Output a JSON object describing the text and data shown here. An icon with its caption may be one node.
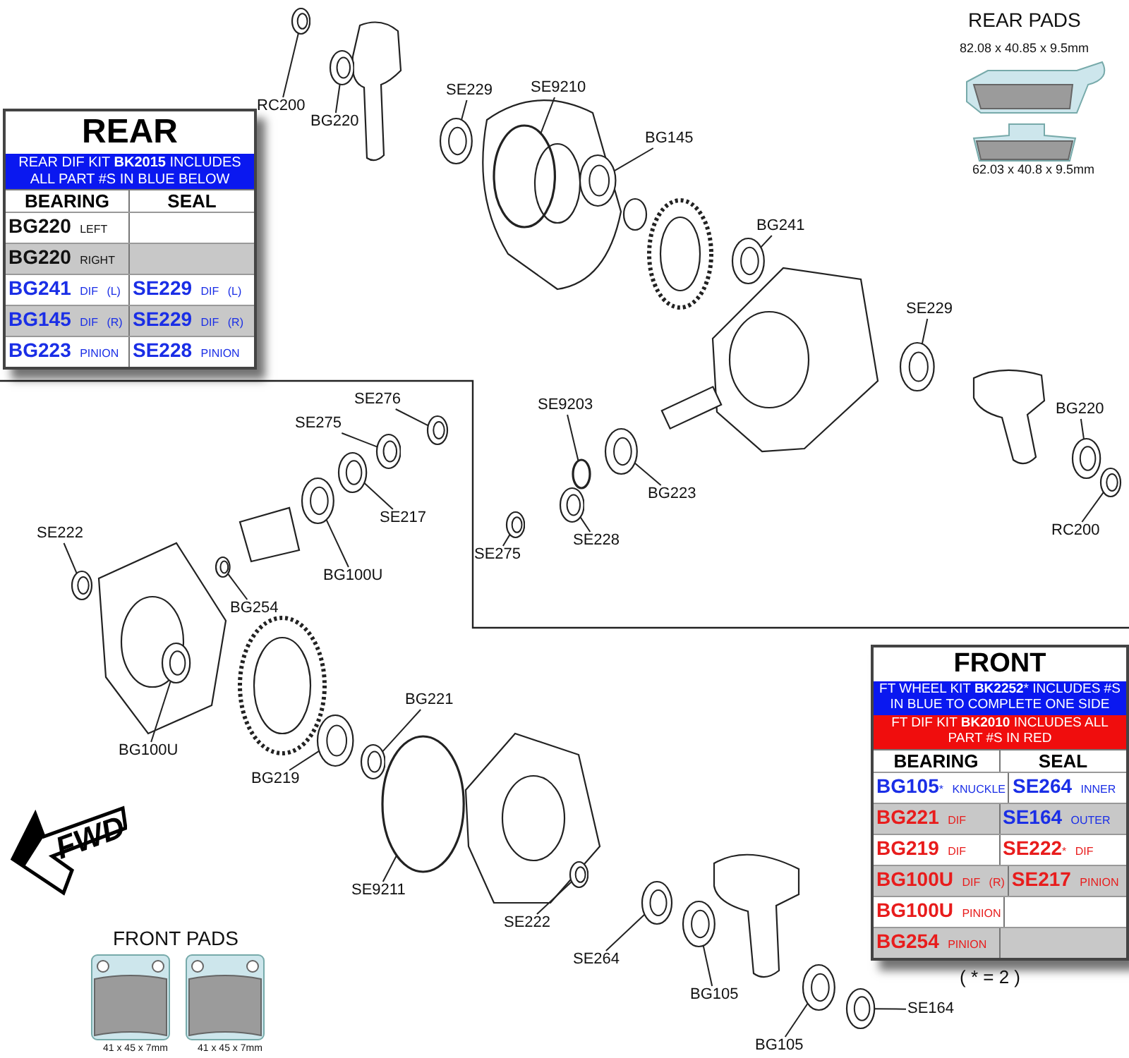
{
  "diagram": {
    "nodes": [
      {
        "text": [
          "REAR",
          "REAR DIF KIT **BK2015** INCLUDES ALL PART #S IN BLUE BELOW",
          "BEARING",
          "SEAL",
          "**BG220** LEFT",
          "**BG220** RIGHT",
          "**BG241** DIF (L)",
          "**SE229** DIF (L)",
          "**BG145** DIF (R)",
          "**SE229** DIF (R)",
          "**BG223** PINION",
          "**SE228** PINION"
        ]
      },
      {
        "text": [
          "FRONT",
          "FT WHEEL KIT **BK2252*** INCLUDES #S IN BLUE TO COMPLETE ONE SIDE",
          "FT DIF KIT **BK2010** INCLUDES ALL PART #S IN RED",
          "BEARING",
          "SEAL",
          "**BG105*** KNUCKLE",
          "**SE264** INNER",
          "**BG221** DIF",
          "**SE164** OUTER",
          "**BG219** DIF",
          "**SE222*** DIF",
          "**BG100U** DIF (R)",
          "**SE217** PINION",
          "**BG100U** PINION",
          "**BG254** PINION"
        ],
        "beside": [
          "( * = 2 )"
        ]
      },
      {
        "text": [
          "FWD"
        ]
      },
      {
        "text": [
          "RC200"
        ]
      },
      {
        "text": [
          "BG220"
        ]
      },
      {
        "text": [
          "SE229"
        ]
      },
      {
        "text": [
          "SE9210"
        ]
      },
      {
        "text": [
          "BG145"
        ]
      },
      {
        "text": [
          "BG241"
        ]
      },
      {
        "text": [
          "SE229"
        ]
      },
      {
        "text": [
          "BG220"
        ]
      },
      {
        "text": [
          "RC200"
        ]
      },
      {
        "text": [
          "SE276"
        ]
      },
      {
        "text": [
          "SE9203"
        ]
      },
      {
        "text": [
          "SE275"
        ]
      },
      {
        "text": [
          "BG223"
        ]
      },
      {
        "text": [
          "SE217"
        ]
      },
      {
        "text": [
          "SE222"
        ]
      },
      {
        "text": [
          "SE228"
        ]
      },
      {
        "text": [
          "SE275"
        ]
      },
      {
        "text": [
          "BG100U"
        ]
      },
      {
        "text": [
          "BG254"
        ]
      },
      {
        "text": [
          "BG221"
        ]
      },
      {
        "text": [
          "BG100U"
        ]
      },
      {
        "text": [
          "BG219"
        ]
      },
      {
        "text": [
          "SE9211"
        ]
      },
      {
        "text": [
          "SE222"
        ]
      },
      {
        "text": [
          "SE264"
        ]
      },
      {
        "text": [
          "BG105"
        ]
      },
      {
        "text": [
          "SE164"
        ]
      },
      {
        "text": [
          "BG105"
        ]
      },
      {
        "text": [],
        "shape": "picture"
      },
      {
        "text": [],
        "shape": "picture"
      },
      {
        "text": [],
        "shape": "picture"
      },
      {
        "text": [],
        "shape": "circle"
      },
      {
        "text": [],
        "shape": "picture"
      },
      {
        "text": [],
        "shape": "picture"
      },
      {
        "text": [],
        "shape": "picture"
      },
      {
        "text": [],
        "shape": "picture"
      },
      {
        "text": [],
        "shape": "picture"
      },
      {
        "text": [],
        "shape": "picture"
      },
      {
        "text": [],
        "shape": "circle"
      },
      {
        "text": [],
        "shape": "picture"
      },
      {
        "text": [],
        "shape": "picture"
      },
      {
        "text": [],
        "shape": "picture"
      },
      {
        "text": [],
        "shape": "picture"
      },
      {
        "text": [],
        "shape": "picture"
      },
      {
        "text": [],
        "shape": "picture"
      },
      {
        "text": [],
        "shape": "picture"
      },
      {
        "text": [],
        "shape": "picture"
      },
      {
        "text": [],
        "shape": "picture"
      },
      {
        "text": [],
        "shape": "picture"
      },
      {
        "text": [],
        "shape": "picture"
      },
      {
        "text": [],
        "shape": "circle"
      },
      {
        "text": [],
        "shape": "picture"
      },
      {
        "text": [],
        "shape": "picture"
      },
      {
        "text": [],
        "shape": "picture"
      },
      {
        "text": [],
        "shape": "picture"
      },
      {
        "text": [],
        "shape": "picture"
      }
    ],
    "edges": [
      {
        "from": 3,
        "to": 31,
        "arrow": "none"
      },
      {
        "from": 4,
        "to": 32,
        "arrow": "none"
      },
      {
        "from": 5,
        "to": 33,
        "arrow": "none"
      },
      {
        "from": 6,
        "to": 34,
        "arrow": "none"
      },
      {
        "from": 7,
        "to": 35,
        "arrow": "none"
      },
      {
        "from": 8,
        "to": 36,
        "arrow": "none"
      },
      {
        "from": 9,
        "to": 37,
        "arrow": "none"
      },
      {
        "from": 10,
        "to": 38,
        "arrow": "none"
      },
      {
        "from": 11,
        "to": 39,
        "arrow": "none"
      },
      {
        "from": 12,
        "to": 40,
        "arrow": "none"
      },
      {
        "from": 13,
        "to": 41,
        "arrow": "none"
      },
      {
        "from": 14,
        "to": 42,
        "arrow": "none"
      },
      {
        "from": 15,
        "to": 43,
        "arrow": "none"
      },
      {
        "from": 16,
        "to": 44,
        "arrow": "none"
      },
      {
        "from": 17,
        "to": 45,
        "arrow": "none"
      },
      {
        "from": 18,
        "to": 46,
        "arrow": "none"
      },
      {
        "from": 19,
        "to": 47,
        "arrow": "none"
      },
      {
        "from": 20,
        "to": 48,
        "arrow": "none"
      },
      {
        "from": 21,
        "to": 49,
        "arrow": "none"
      },
      {
        "from": 22,
        "to": 50,
        "arrow": "none"
      },
      {
        "from": 23,
        "to": 51,
        "arrow": "none"
      },
      {
        "from": 24,
        "to": 52,
        "arrow": "none"
      },
      {
        "from": 25,
        "to": 53,
        "arrow": "none"
      },
      {
        "from": 26,
        "to": 54,
        "arrow": "none"
      },
      {
        "from": 27,
        "to": 55,
        "arrow": "none"
      },
      {
        "from": 28,
        "to": 56,
        "arrow": "none"
      },
      {
        "from": 29,
        "to": 57,
        "arrow": "none"
      },
      {
        "from": 30,
        "to": 58,
        "arrow": "none"
      }
    ],
    "labels": [
      "REAR PADS",
      "82.08 x 40.85 x 9.5mm",
      "62.03 x 40.8 x 9.5mm",
      "FRONT PADS",
      "41 x 45 x 7mm",
      "41 x 45 x 7mm"
    ]
  }
}
